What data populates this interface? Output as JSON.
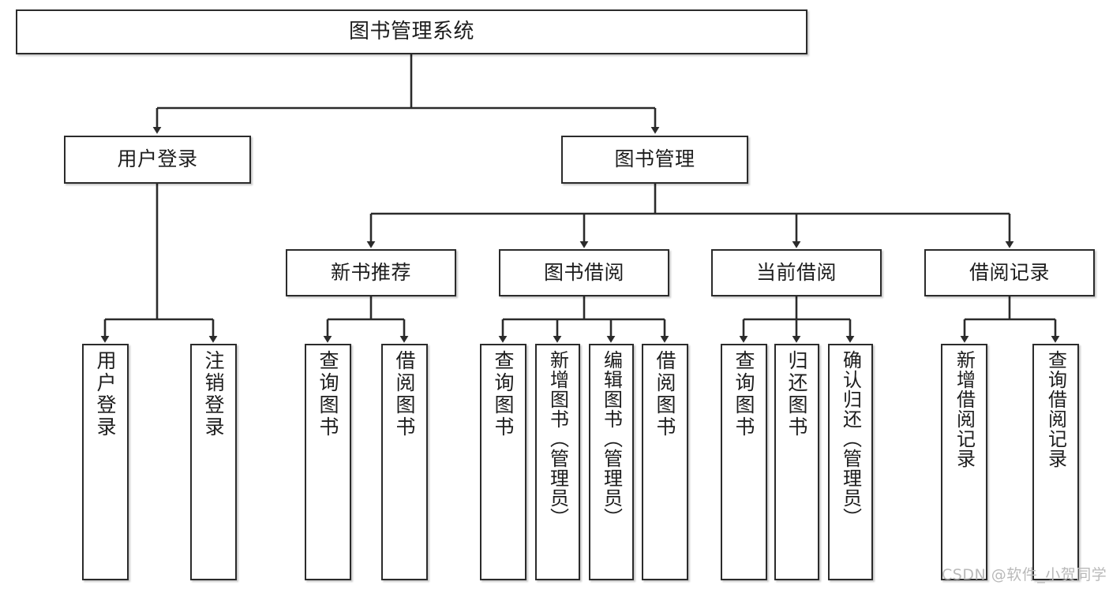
{
  "diagram": {
    "title": "图书管理系统",
    "type": "tree",
    "colors": {
      "stroke": "#2b2b2b",
      "fill": "#ffffff",
      "text": "#1d1d1d",
      "watermark": "#b9b9b9"
    },
    "root": {
      "label": "图书管理系统"
    },
    "level2": [
      {
        "label": "用户登录"
      },
      {
        "label": "图书管理"
      }
    ],
    "level3": [
      {
        "label": "新书推荐"
      },
      {
        "label": "图书借阅"
      },
      {
        "label": "当前借阅"
      },
      {
        "label": "借阅记录"
      }
    ],
    "leaves": {
      "user_login": [
        {
          "label": "用户登录"
        },
        {
          "label": "注销登录"
        }
      ],
      "new_book": [
        {
          "label": "查询图书"
        },
        {
          "label": "借阅图书"
        }
      ],
      "borrow": [
        {
          "label": "查询图书"
        },
        {
          "label": "新增图书（管理员）"
        },
        {
          "label": "编辑图书（管理员）"
        },
        {
          "label": "借阅图书"
        }
      ],
      "current": [
        {
          "label": "查询图书"
        },
        {
          "label": "归还图书"
        },
        {
          "label": "确认归还（管理员）"
        }
      ],
      "records": [
        {
          "label": "新增借阅记录"
        },
        {
          "label": "查询借阅记录"
        }
      ]
    }
  },
  "watermark": {
    "text": "CSDN @软件_小贺同学"
  }
}
